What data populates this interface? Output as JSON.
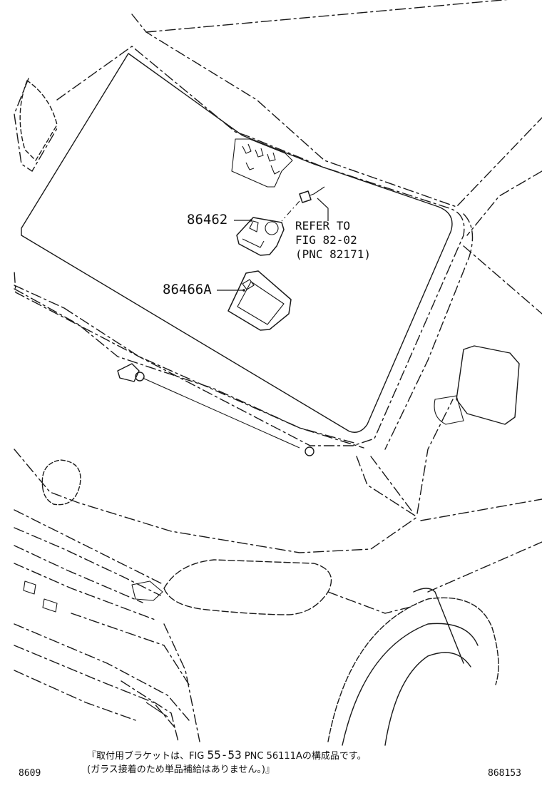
{
  "parts": {
    "part_1": "86462",
    "part_2": "86466A"
  },
  "reference": {
    "line_1": "REFER TO",
    "line_2": "FIG 82-02",
    "line_3": "(PNC 82171)"
  },
  "note": {
    "line1_prefix": "『取付用ブラケットは、FIG",
    "line1_fig": "55-53",
    "line1_suffix": "PNC 56111Aの構成品です。",
    "line2": "(ガラス接着のため単品補給はありません。)』"
  },
  "footer": {
    "left_code": "8609",
    "right_code": "868153"
  },
  "colors": {
    "line": "#1a1a1a",
    "background": "#ffffff"
  }
}
